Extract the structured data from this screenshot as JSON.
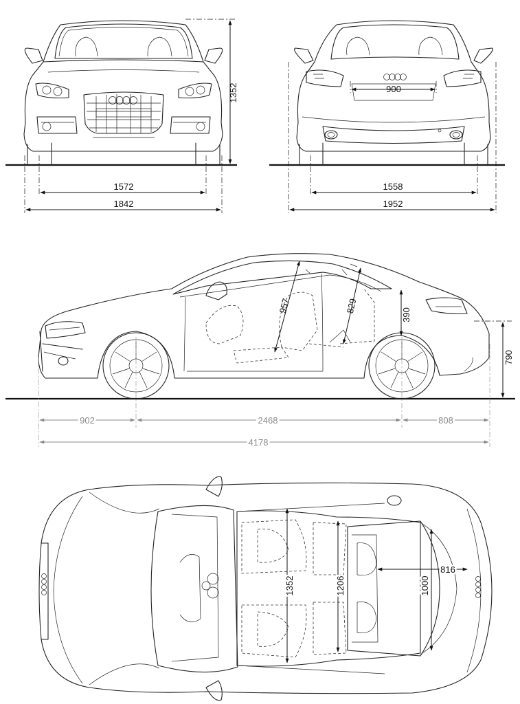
{
  "dimensions": {
    "front_height": "1352",
    "front_track": "1572",
    "front_width": "1842",
    "rear_plate": "900",
    "rear_track": "1558",
    "rear_width_mirrors": "1952",
    "front_overhang": "902",
    "wheelbase": "2468",
    "rear_overhang": "808",
    "overall_length": "4178",
    "front_headroom": "957",
    "rear_headroom": "829",
    "boot_height": "390",
    "load_sill_height": "790",
    "front_shoulder_width": "1352",
    "rear_shoulder_width": "1206",
    "boot_length": "816",
    "boot_width": "1000"
  },
  "colors": {
    "line": "#222222",
    "dimension_grey": "#8a8a8a",
    "background": "#ffffff"
  }
}
